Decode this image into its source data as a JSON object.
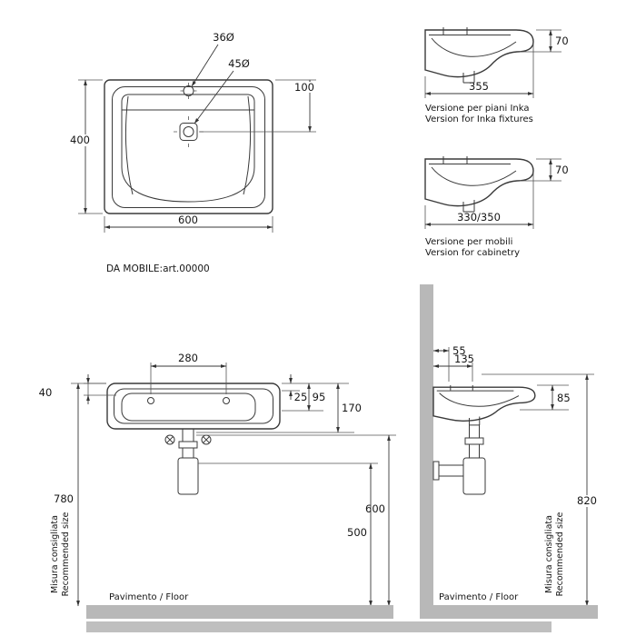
{
  "plan": {
    "dim_faucet": "36Ø",
    "dim_drain": "45Ø",
    "dim_offset": "100",
    "dim_depth": "400",
    "dim_width": "600",
    "article": "DA MOBILE:art.00000"
  },
  "side_inka": {
    "dim_height": "70",
    "dim_depth": "355",
    "caption_it": "Versione per piani Inka",
    "caption_en": "Version for Inka fixtures"
  },
  "side_cabinet": {
    "dim_height": "70",
    "dim_depth": "330/350",
    "caption_it": "Versione per mobili",
    "caption_en": "Version for cabinetry"
  },
  "install_front": {
    "dim_tap_spacing": "280",
    "dim_40": "40",
    "dim_25": "25",
    "dim_95": "95",
    "dim_170": "170",
    "dim_780": "780",
    "dim_600": "600",
    "dim_500": "500",
    "note_it": "Misura consigliata",
    "note_en": "Recommended size",
    "floor": "Pavimento / Floor"
  },
  "install_side": {
    "dim_55": "55",
    "dim_135": "135",
    "dim_85": "85",
    "dim_820": "820",
    "note_it": "Misura consigliata",
    "note_en": "Recommended size",
    "floor": "Pavimento / Floor"
  },
  "colors": {
    "line": "#3a3a3a",
    "wall_fill": "#b8b8b8",
    "floor_fill": "#b8b8b8"
  }
}
